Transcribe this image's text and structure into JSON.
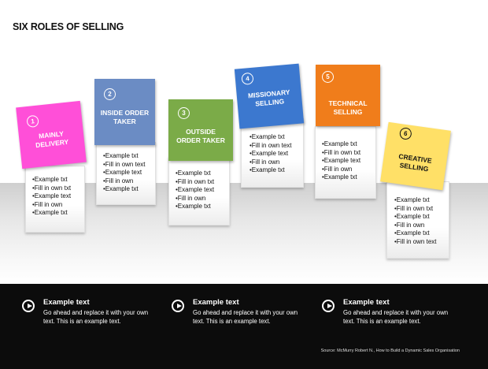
{
  "title": "SIX ROLES OF SELLING",
  "roles": [
    {
      "number": "1",
      "label": "MAINLY\nDELIVERY",
      "color": "#ff4fd8",
      "items": [
        "•Example txt",
        "•Fill in own txt",
        "•Example text",
        "•Fill in own",
        "•Example txt"
      ]
    },
    {
      "number": "2",
      "label": "INSIDE ORDER\nTAKER",
      "color": "#6b8cc4",
      "items": [
        "•Example txt",
        "•Fill in own text",
        "•Example text",
        "•Fill in own",
        "•Example txt"
      ]
    },
    {
      "number": "3",
      "label": "OUTSIDE\nORDER TAKER",
      "color": "#7bab48",
      "items": [
        "•Example txt",
        "•Fill in own txt",
        "•Example text",
        "•Fill in own",
        "•Example txt"
      ]
    },
    {
      "number": "4",
      "label": "MISSIONARY\nSELLING",
      "color": "#3c78cf",
      "items": [
        "•Example txt",
        "•Fill in own text",
        "•Example text",
        "•Fill in own",
        "•Example txt"
      ]
    },
    {
      "number": "5",
      "label": "TECHNICAL\nSELLING",
      "color": "#f07d1b",
      "items": [
        "•Example txt",
        "•Fill in own txt",
        "•Example text",
        "•Fill in own",
        "•Example txt"
      ]
    },
    {
      "number": "6",
      "label": "CREATIVE\nSELLING",
      "color": "#ffe067",
      "items": [
        "•Example txt",
        "•Fill in own txt",
        "•Example txt",
        "•Fill in own",
        "•Example txt",
        "•Fill in own text"
      ]
    }
  ],
  "footer": {
    "items": [
      {
        "title": "Example text",
        "body": "Go ahead and replace it with your own text. This is an example text."
      },
      {
        "title": "Example text",
        "body": "Go ahead and replace it with your own text. This is an example text."
      },
      {
        "title": "Example text",
        "body": "Go ahead and replace it with your own text. This is an example text."
      }
    ],
    "source": "Source: McMurry Robert N., How to Build a Dynamic Sales Organisation"
  }
}
